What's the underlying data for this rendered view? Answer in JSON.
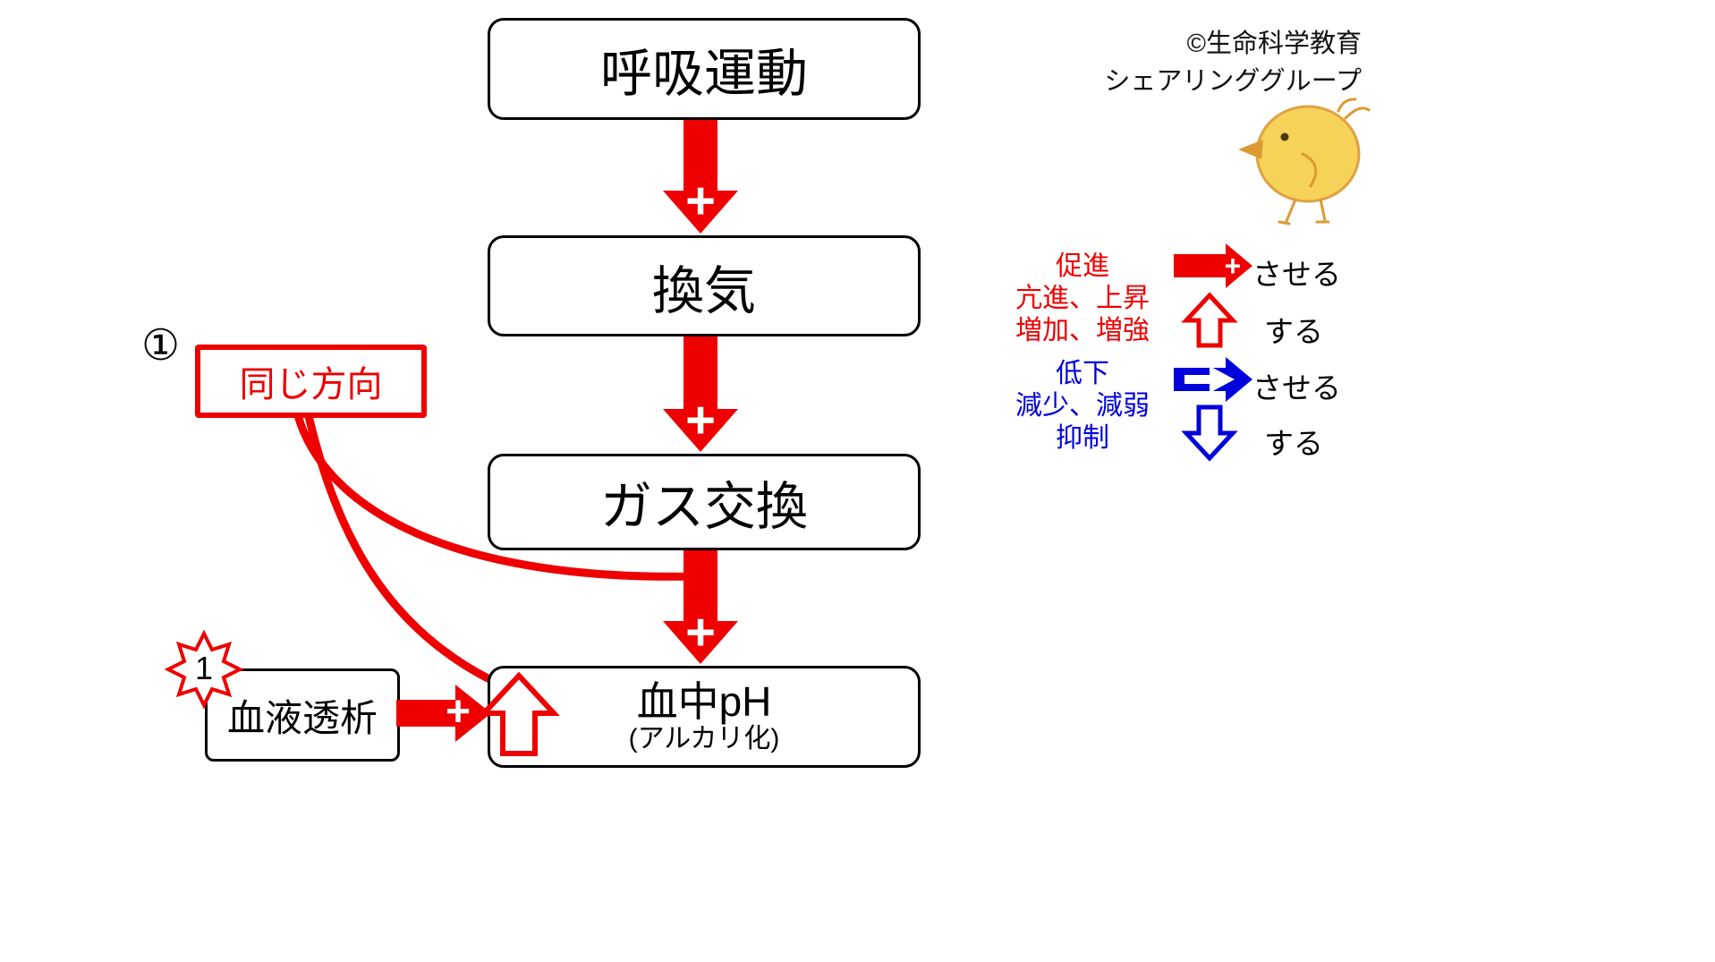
{
  "credit": {
    "line1": "©生命科学教育",
    "line2": "シェアリンググループ"
  },
  "flow": {
    "boxes": [
      {
        "label": "呼吸運動"
      },
      {
        "label": "換気"
      },
      {
        "label": "ガス交換"
      },
      {
        "label": "血中pH",
        "sublabel": "(アルカリ化)"
      }
    ]
  },
  "annotations": {
    "circled_number": "①",
    "same_direction_label": "同じ方向",
    "starburst_number": "1",
    "dialysis_label": "血液透析"
  },
  "legend": {
    "promote": {
      "line1": "促進",
      "line2": "亢進、上昇",
      "line3": "増加、増強",
      "solid_arrow_label": "させる",
      "hollow_arrow_label": "する"
    },
    "inhibit": {
      "line1": "低下",
      "line2": "減少、減弱",
      "line3": "抑制",
      "solid_arrow_label": "させる",
      "hollow_arrow_label": "する"
    }
  },
  "glyphs": {
    "plus": "+"
  },
  "colors": {
    "promote_red": "#ee0000",
    "inhibit_blue": "#0000dd",
    "box_border": "#000000",
    "chick_body": "#f6cf4b",
    "chick_accent": "#dd9a33"
  }
}
